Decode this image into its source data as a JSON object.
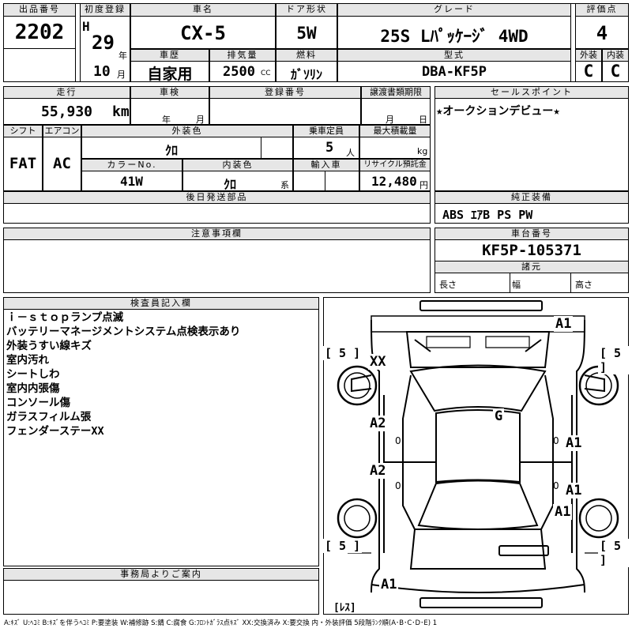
{
  "row1": {
    "lot_no_label": "出品番号",
    "lot_no": "2202",
    "first_reg_label": "初度登録",
    "era": "H",
    "year": "29",
    "year_unit": "年",
    "month": "10",
    "month_unit": "月",
    "car_name_label": "車名",
    "car_name": "CX-5",
    "door_label": "ドア形状",
    "door": "5W",
    "grade_label": "グレード",
    "grade": "25S Lﾊﾟｯｹｰｼﾞ 4WD",
    "score_label": "評価点",
    "score": "4",
    "history_label": "車歴",
    "history": "自家用",
    "displacement_label": "排気量",
    "displacement": "2500",
    "displacement_unit": "CC",
    "fuel_label": "燃料",
    "fuel": "ｶﾞｿﾘﾝ",
    "model_label": "型式",
    "model": "DBA-KF5P",
    "ext_label": "外装",
    "ext": "C",
    "int_label": "内装",
    "int": "C"
  },
  "row2": {
    "mileage_label": "走行",
    "mileage": "55,930",
    "mileage_unit": "km",
    "inspection_label": "車検",
    "year_unit": "年",
    "month_unit": "月",
    "reg_no_label": "登録番号",
    "transfer_label": "譲渡書類期限",
    "month_unit2": "月",
    "day_unit": "日",
    "sales_label": "セールスポイント",
    "sales": "★オークションデビュー★",
    "shift_label": "シフト",
    "shift": "FAT",
    "ac_label": "エアコン",
    "ac": "AC",
    "ext_color_label": "外装色",
    "ext_color": "ｸﾛ",
    "capacity_label": "乗車定員",
    "capacity": "5",
    "capacity_unit": "人",
    "max_load_label": "最大積載量",
    "max_load_unit": "kg",
    "color_no_label": "カラーNo.",
    "color_no": "41W",
    "int_color_label": "内装色",
    "int_color": "ｸﾛ",
    "int_color_unit": "系",
    "import_label": "輸入車",
    "recycle_label": "リサイクル預託金",
    "recycle": "12,480",
    "recycle_unit": "円",
    "parts_label": "後日発送部品",
    "equip_label": "純正装備",
    "equip": "ABS ｴｱB PS PW"
  },
  "notes": {
    "caution_label": "注意事項欄",
    "chassis_label": "車台番号",
    "chassis": "KF5P-105371",
    "spec_label": "諸元",
    "length_label": "長さ",
    "width_label": "幅",
    "height_label": "高さ"
  },
  "inspector": {
    "label": "検査員記入欄",
    "lines": [
      "ｉ－ｓｔｏｐランプ点滅",
      "バッテリーマネージメントシステム点検表示あり",
      "外装うすい線キズ",
      "室内汚れ",
      "シートしわ",
      "室内内張傷",
      "コンソール傷",
      "ガラスフィルム張",
      "フェンダーステーXX"
    ]
  },
  "office": {
    "label": "事務局よりご案内"
  },
  "diagram": {
    "marks": [
      "A1",
      "XX",
      "G",
      "A2",
      "A2",
      "A1",
      "A1",
      "A1",
      "A1"
    ],
    "tires": [
      "[ 5 ]",
      "[ 5 ]",
      "[ 5 ]",
      "[ 5 ]"
    ],
    "zeros": [
      "0",
      "0",
      "0",
      "0"
    ],
    "spare": "[ﾚｽ]"
  },
  "legend": "A:ｷｽﾞ U:ﾍｺﾐ B:ｷｽﾞを伴うﾍｺﾐ P:要塗装 W:補修跡 S:錆 C:腐食 G:ﾌﾛﾝﾄｶﾞﾗｽ点ｷｽﾞ XX:交換済み X:要交換 内・外装評価 5段階ﾗﾝｸ順(A･B･C･D･E) 1"
}
